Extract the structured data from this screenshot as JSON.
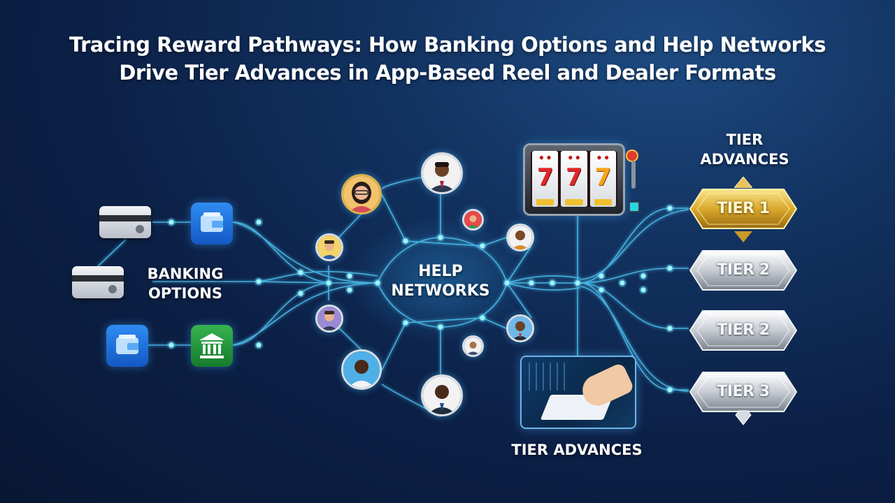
{
  "title": {
    "line1": "Tracing Reward Pathways: How Banking Options and Help Networks",
    "line2": "Drive Tier Advances in App-Based Reel and Dealer Formats"
  },
  "labels": {
    "banking": [
      "BANKING",
      "OPTIONS"
    ],
    "help": [
      "HELP",
      "NETWORKS"
    ],
    "tier_top": [
      "TIER",
      "ADVANCES"
    ],
    "tier_bottom": "TIER ADVANCES"
  },
  "banking_icons": [
    "credit-card-icon",
    "wallet-icon",
    "credit-card-icon",
    "wallet-icon",
    "bank-icon"
  ],
  "slot_machine": {
    "reels": [
      "7",
      "7",
      "7"
    ],
    "icon": "slot-machine-icon"
  },
  "dealer_table": {
    "icon": "dealer-tablet-icon"
  },
  "tiers": [
    {
      "label": "TIER 1",
      "style": "gold"
    },
    {
      "label": "TIER 2",
      "style": "silver"
    },
    {
      "label": "TIER 2",
      "style": "silver"
    },
    {
      "label": "TIER 3",
      "style": "silver"
    }
  ],
  "colors": {
    "background": "#0c2148",
    "wire": "#4fd2ff",
    "node_glow": "#7ff0ff",
    "gold": "#d9a92e",
    "silver": "#c7ccd3",
    "wallet": "#1f6fe0",
    "bank": "#22963c"
  }
}
